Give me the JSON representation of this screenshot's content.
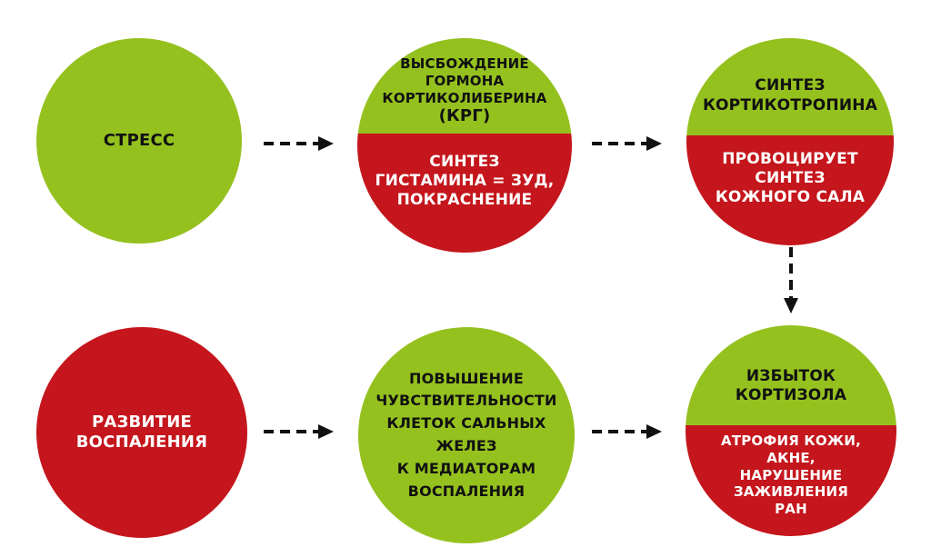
{
  "nodes": {
    "stress": {
      "lines": [
        "СТРЕСС"
      ],
      "color": "#95c11f"
    },
    "crh": {
      "top_lines": [
        "ВЫСБОЖДЕНИЕ",
        "ГОРМОНА",
        "КОРТИКОЛИБЕРИНА",
        "(КРГ)"
      ],
      "bottom_lines": [
        "СИНТЕЗ",
        "ГИСТАМИНА = ЗУД,",
        "ПОКРАСНЕНИЕ"
      ],
      "top_color": "#95c11f",
      "bottom_color": "#c4161c"
    },
    "acth": {
      "top_lines": [
        "СИНТЕЗ",
        "КОРТИКОТРОПИНА"
      ],
      "bottom_lines": [
        "ПРОВОЦИРУЕТ",
        "СИНТЕЗ",
        "КОЖНОГО САЛА"
      ],
      "top_color": "#95c11f",
      "bottom_color": "#c4161c"
    },
    "cortisol": {
      "top_lines": [
        "ИЗБЫТОК",
        "КОРТИЗОЛА"
      ],
      "bottom_lines": [
        "АТРОФИЯ КОЖИ,",
        "АКНЕ,",
        "НАРУШЕНИЕ",
        "ЗАЖИВЛЕНИЯ",
        "РАН"
      ],
      "top_color": "#95c11f",
      "bottom_color": "#c4161c"
    },
    "sensitivity": {
      "lines": [
        "ПОВЫШЕНИЕ",
        "ЧУВСТВИТЕЛЬНОСТИ",
        "КЛЕТОК САЛЬНЫХ",
        "ЖЕЛЕЗ",
        "К МЕДИАТОРАМ",
        "ВОСПАЛЕНИЯ"
      ],
      "color": "#95c11f"
    },
    "inflammation": {
      "lines": [
        "РАЗВИТИЕ",
        "ВОСПАЛЕНИЯ"
      ],
      "color": "#c4161c"
    }
  },
  "edges": [
    {
      "from": "stress",
      "to": "crh",
      "style": "dashed"
    },
    {
      "from": "crh",
      "to": "acth",
      "style": "dashed"
    },
    {
      "from": "acth",
      "to": "cortisol",
      "style": "dashed"
    },
    {
      "from": "sensitivity",
      "to": "cortisol",
      "style": "dashed",
      "direction": "right"
    },
    {
      "from": "inflammation",
      "to": "sensitivity",
      "style": "dashed",
      "direction": "right"
    }
  ],
  "colors": {
    "green": "#95c11f",
    "red": "#c4161c",
    "arrow": "#111111"
  }
}
